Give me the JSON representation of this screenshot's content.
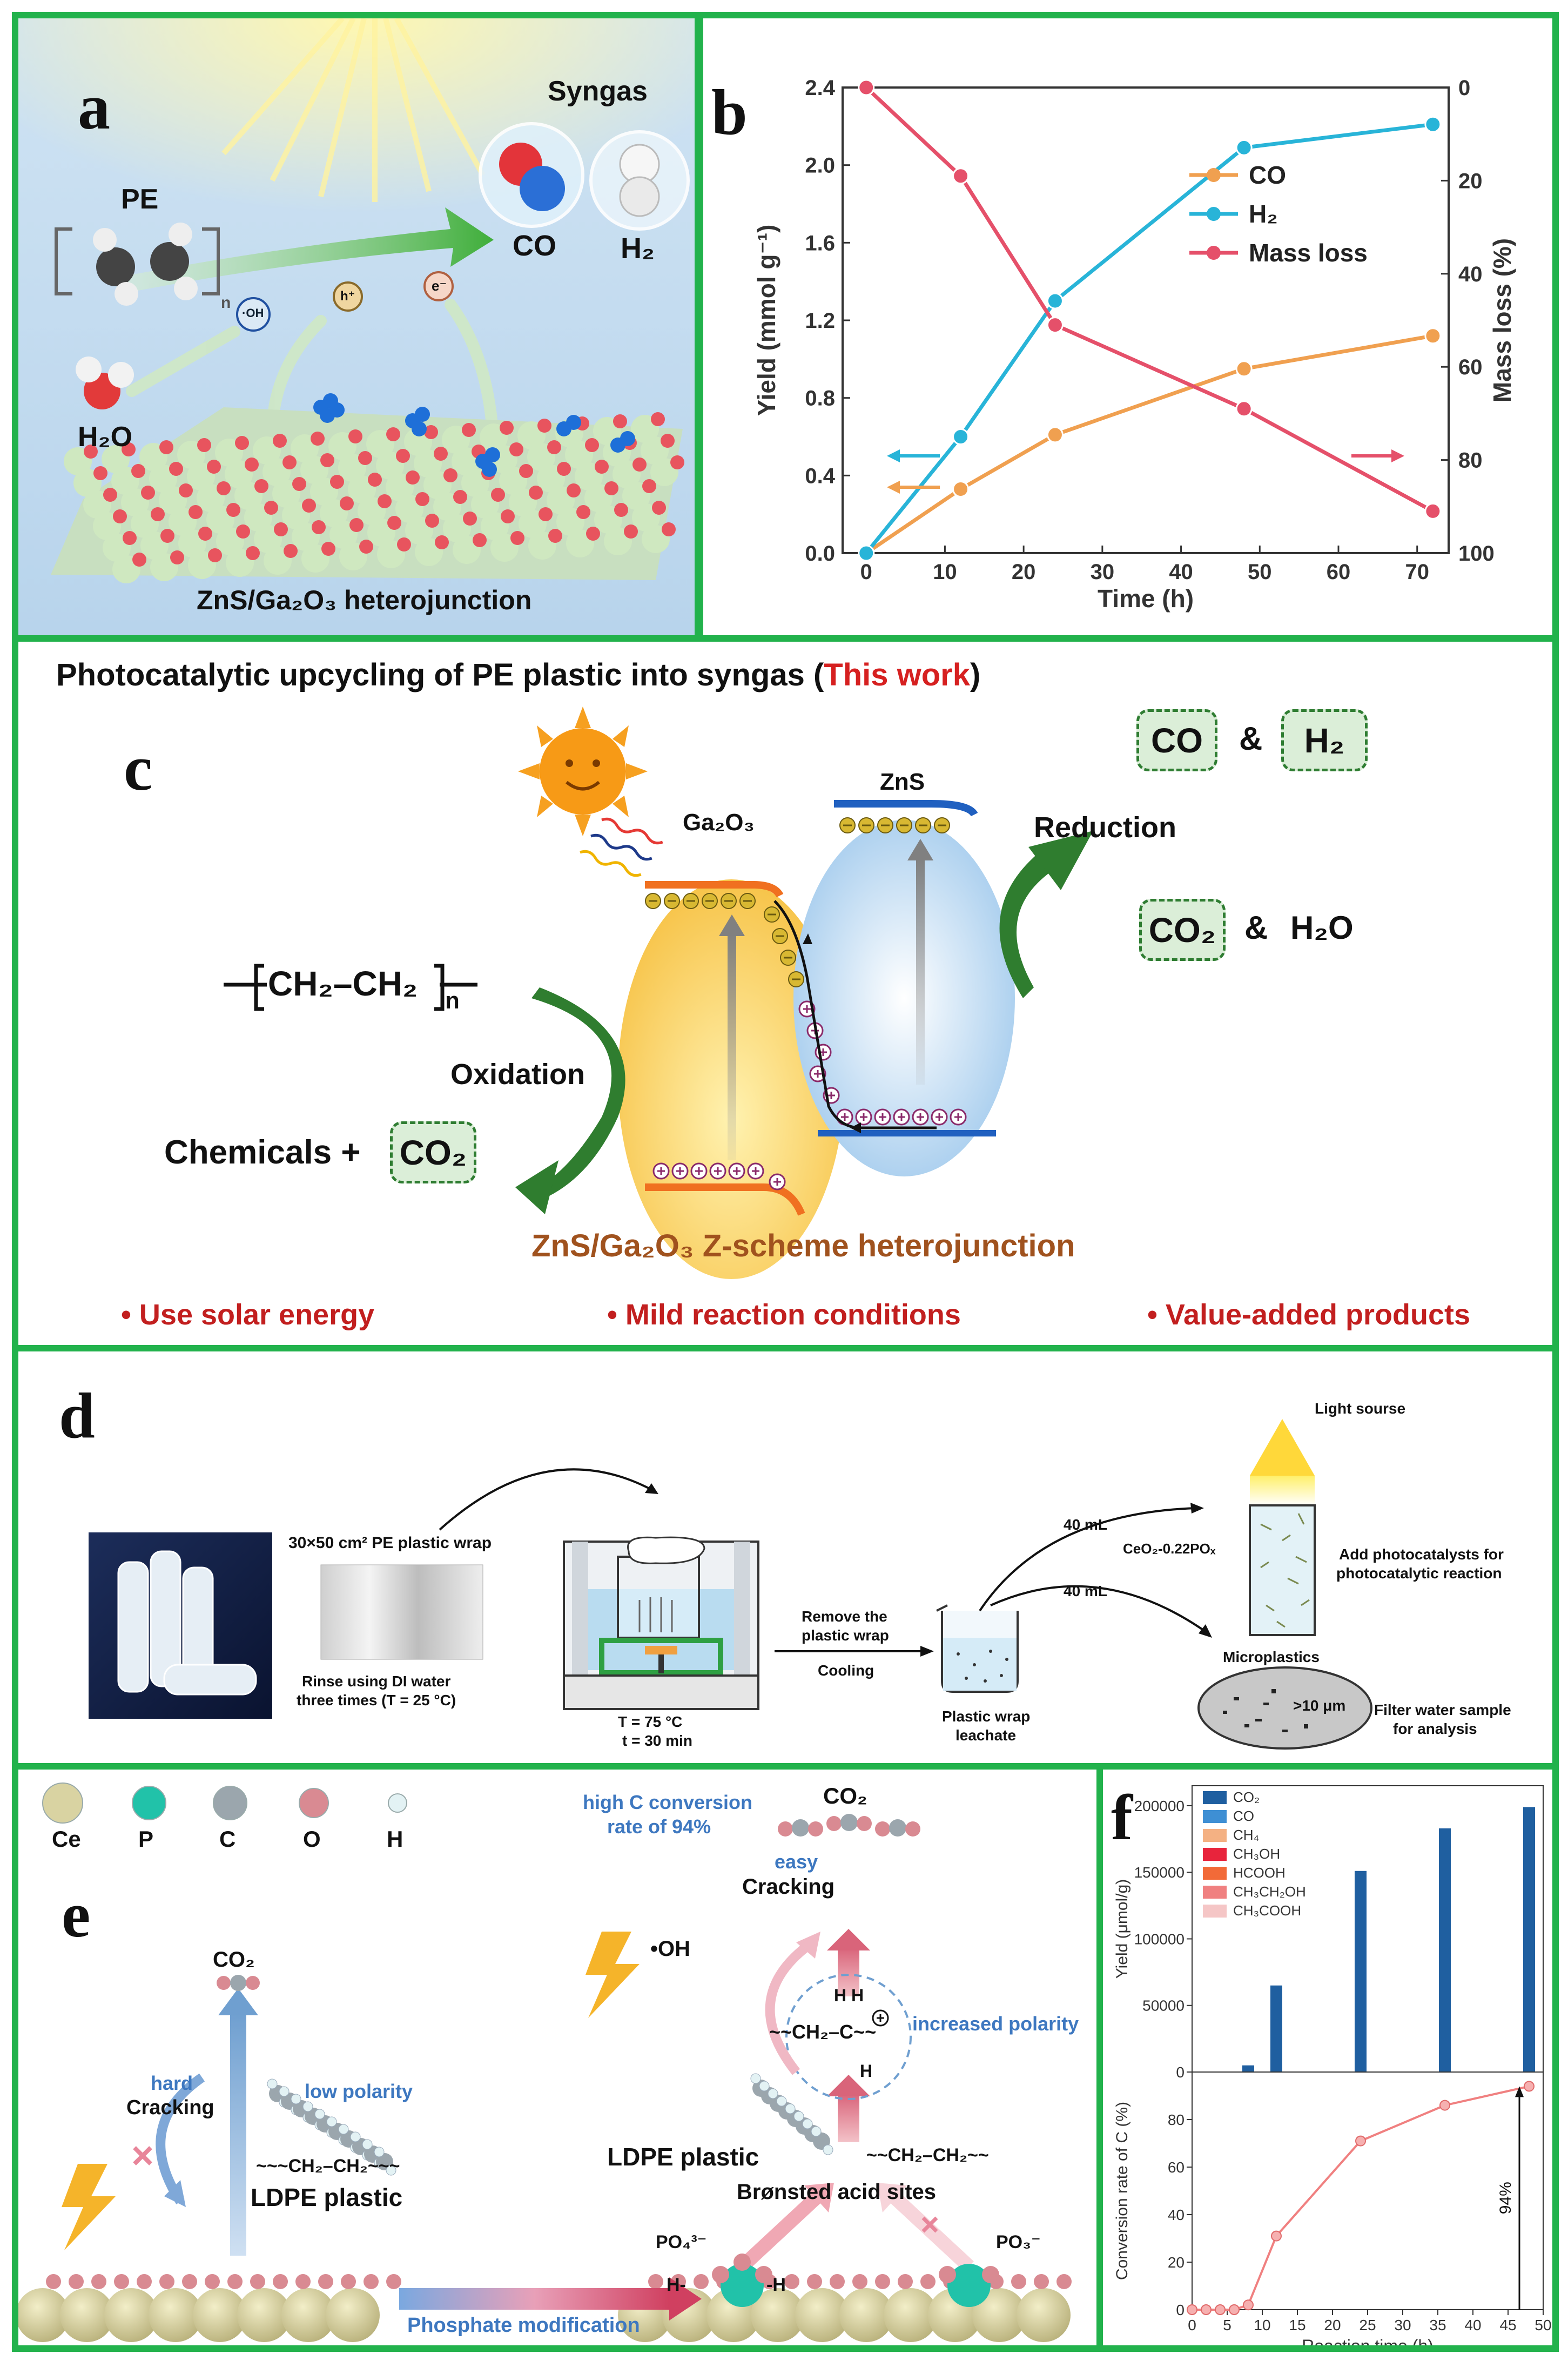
{
  "panel_a": {
    "letter": "a",
    "syngas": "Syngas",
    "pe": "PE",
    "co": "CO",
    "h2": "H₂",
    "h2o": "H₂O",
    "oh": "·OH",
    "hplus": "h⁺",
    "eminus": "e⁻",
    "n": "n",
    "heterojunction": "ZnS/Ga₂O₃ heterojunction"
  },
  "panel_b": {
    "letter": "b",
    "ylabel_left": "Yield (mmol g⁻¹)",
    "ylabel_right": "Mass loss (%)",
    "xlabel": "Time (h)",
    "legend": [
      "CO",
      "H₂",
      "Mass loss"
    ]
  },
  "panel_c": {
    "letter": "c",
    "title_main": "Photocatalytic upcycling of PE plastic into syngas (",
    "title_highlight": "This work",
    "title_end": ")",
    "ga2o3": "Ga₂O₃",
    "zns": "ZnS",
    "co": "CO",
    "amp": "&",
    "h2": "H₂",
    "reduction": "Reduction",
    "co2": "CO₂",
    "h2o": "H₂O",
    "polymer_unit": "CH₂–CH₂",
    "n": "n",
    "oxidation": "Oxidation",
    "chemicals": "Chemicals +",
    "co2_b": "CO₂",
    "zscheme": "ZnS/Ga₂O₃ Z-scheme heterojunction",
    "bullets": [
      "• Use solar energy",
      "• Mild reaction conditions",
      "• Value-added products"
    ]
  },
  "panel_d": {
    "letter": "d",
    "wrap_size": "30×50 cm² PE plastic wrap",
    "rinse": [
      "Rinse using DI water",
      "three times (T = 25 °C)"
    ],
    "temp": "T = 75 °C",
    "time": "t = 30 min",
    "remove": [
      "Remove the",
      "plastic wrap"
    ],
    "cooling": "Cooling",
    "leachate": [
      "Plastic wrap",
      "leachate"
    ],
    "vol1": "40 mL",
    "vol2": "40 mL",
    "catalyst": "CeO₂-0.22POₓ",
    "light": "Light sourse",
    "add_photo": [
      "Add photocatalysts for",
      "photocatalytic reaction"
    ],
    "microplastics": "Microplastics",
    "size": ">10 μm",
    "filter": [
      "Filter water sample",
      "for analysis"
    ]
  },
  "panel_e": {
    "letter": "e",
    "atoms": [
      "Ce",
      "P",
      "C",
      "O",
      "H"
    ],
    "atom_colors": [
      "#d9d3a2",
      "#21c2a9",
      "#9ba6ad",
      "#d98a92",
      "#e3f2f4"
    ],
    "co2_left": "CO₂",
    "hard": "hard",
    "cracking": "Cracking",
    "low_polarity": "low polarity",
    "chain": "~~~CH₂–CH₂~~~",
    "ldpe": "LDPE plastic",
    "phosphate": "Phosphate modification",
    "high_conv": [
      "high C conversion",
      "rate of 94%"
    ],
    "co2_right": "CO₂",
    "easy": "easy",
    "cracking2": "Cracking",
    "oh": "•OH",
    "hh": "H  H",
    "carbocation": "~~CH₂–C~~",
    "h_bottom": "H",
    "increased": "increased polarity",
    "ldpe2": "LDPE plastic",
    "chain2": "~~CH₂–CH₂~~",
    "bronsted": "Brønsted acid sites",
    "po4": "PO₄³⁻",
    "po3": "PO₃⁻",
    "hminus": "H-",
    "minush": "-H"
  },
  "panel_f": {
    "letter": "f",
    "ylabel_top": "Yield (μmol/g)",
    "ylabel_bottom": "Conversion rate of C (%)",
    "xlabel": "Reaction time (h)",
    "legend": [
      "CO₂",
      "CO",
      "CH₄",
      "CH₃OH",
      "HCOOH",
      "CH₃CH₂OH",
      "CH₃COOH"
    ],
    "legend_colors": [
      "#1f5fa0",
      "#3e8fd4",
      "#f4b183",
      "#e8243c",
      "#f26a38",
      "#f08080",
      "#f5c6c6"
    ],
    "annotation": "94%"
  },
  "chart_data": [
    {
      "type": "line",
      "panel": "b",
      "xlabel": "Time (h)",
      "ylabel": "Yield (mmol g⁻¹)",
      "y2label": "Mass loss (%)",
      "xlim": [
        -3,
        74
      ],
      "ylim": [
        0,
        2.4
      ],
      "y2lim": [
        100,
        0
      ],
      "y2_inverted": true,
      "xticks": [
        0,
        10,
        20,
        30,
        40,
        50,
        60,
        70
      ],
      "yticks": [
        0.0,
        0.4,
        0.8,
        1.2,
        1.6,
        2.0,
        2.4
      ],
      "y2ticks": [
        0,
        20,
        40,
        60,
        80,
        100
      ],
      "legend_position": "top-right",
      "series": [
        {
          "name": "CO",
          "axis": "left",
          "color": "#f0a050",
          "x": [
            0,
            12,
            24,
            48,
            72
          ],
          "y": [
            0.0,
            0.33,
            0.61,
            0.95,
            1.12
          ]
        },
        {
          "name": "H₂",
          "axis": "left",
          "color": "#28b4d8",
          "x": [
            0,
            12,
            24,
            48,
            72
          ],
          "y": [
            0.0,
            0.6,
            1.3,
            2.09,
            2.21
          ]
        },
        {
          "name": "Mass loss",
          "axis": "right",
          "color": "#e5506a",
          "x": [
            0,
            12,
            24,
            48,
            72
          ],
          "y": [
            0,
            19,
            51,
            69,
            91
          ]
        }
      ]
    },
    {
      "type": "bar",
      "panel": "f-top",
      "xlabel": "",
      "ylabel": "Yield (μmol/g)",
      "xlim": [
        0,
        50
      ],
      "ylim": [
        0,
        215000
      ],
      "yticks": [
        0,
        50000,
        100000,
        150000,
        200000
      ],
      "series": [
        {
          "name": "CO₂",
          "x": [
            8,
            12,
            24,
            36,
            48
          ],
          "values": [
            5000,
            65000,
            151000,
            183000,
            199000
          ]
        }
      ]
    },
    {
      "type": "line",
      "panel": "f-bottom",
      "xlabel": "Reaction time (h)",
      "ylabel": "Conversion rate of C (%)",
      "xlim": [
        0,
        50
      ],
      "ylim": [
        0,
        100
      ],
      "xticks": [
        0,
        5,
        10,
        15,
        20,
        25,
        30,
        35,
        40,
        45,
        50
      ],
      "yticks": [
        0,
        20,
        40,
        60,
        80
      ],
      "x": [
        0,
        2,
        4,
        6,
        8,
        12,
        24,
        36,
        48
      ],
      "y": [
        0,
        0,
        0,
        0,
        2,
        31,
        71,
        86,
        94
      ]
    }
  ]
}
